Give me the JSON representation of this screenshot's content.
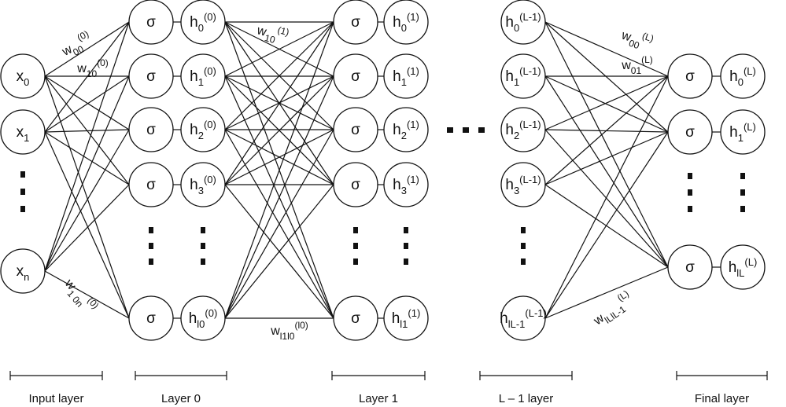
{
  "input_layer": {
    "nodes": [
      {
        "base": "x",
        "sub": "0",
        "sup": ""
      },
      {
        "base": "x",
        "sub": "1",
        "sup": ""
      },
      {
        "base": "x",
        "sub": "n",
        "sup": ""
      }
    ]
  },
  "layer0": {
    "sigma": "σ",
    "nodes": [
      {
        "base": "h",
        "sub": "0",
        "sup": "(0)"
      },
      {
        "base": "h",
        "sub": "1",
        "sup": "(0)"
      },
      {
        "base": "h",
        "sub": "2",
        "sup": "(0)"
      },
      {
        "base": "h",
        "sub": "3",
        "sup": "(0)"
      },
      {
        "base": "h",
        "sub": "l0",
        "sup": "(0)"
      }
    ]
  },
  "layer1": {
    "sigma": "σ",
    "nodes": [
      {
        "base": "h",
        "sub": "0",
        "sup": "(1)"
      },
      {
        "base": "h",
        "sub": "1",
        "sup": "(1)"
      },
      {
        "base": "h",
        "sub": "2",
        "sup": "(1)"
      },
      {
        "base": "h",
        "sub": "3",
        "sup": "(1)"
      },
      {
        "base": "h",
        "sub": "l1",
        "sup": "(1)"
      }
    ]
  },
  "layer_l_minus_1": {
    "nodes": [
      {
        "base": "h",
        "sub": "0",
        "sup": "(L-1)"
      },
      {
        "base": "h",
        "sub": "1",
        "sup": "(L-1)"
      },
      {
        "base": "h",
        "sub": "2",
        "sup": "(L-1)"
      },
      {
        "base": "h",
        "sub": "3",
        "sup": "(L-1)"
      },
      {
        "base": "h",
        "sub": "lL-1",
        "sup": "(L-1)"
      }
    ]
  },
  "final_layer": {
    "sigma": "σ",
    "nodes": [
      {
        "base": "h",
        "sub": "0",
        "sup": "(L)"
      },
      {
        "base": "h",
        "sub": "1",
        "sup": "(L)"
      },
      {
        "base": "h",
        "sub": "lL",
        "sup": "(L)"
      }
    ]
  },
  "weights": [
    {
      "base": "w",
      "sub": "00",
      "sup": "(0)"
    },
    {
      "base": "w",
      "sub": "10",
      "sup": "(0)"
    },
    {
      "base": "w",
      "sub": "10",
      "sup": "(1)"
    },
    {
      "base": "w",
      "sub": "1 0n",
      "sup": "(0)"
    },
    {
      "base": "w",
      "sub": "l1l0",
      "sup": "(l0)"
    },
    {
      "base": "w",
      "sub": "00",
      "sup": "(L)"
    },
    {
      "base": "w",
      "sub": "01",
      "sup": "(L)"
    },
    {
      "base": "w",
      "sub": "lLlL-1",
      "sup": "(L)"
    }
  ],
  "captions": {
    "input": "Input layer",
    "layer0": "Layer 0",
    "layer1": "Layer 1",
    "layer_l_minus_1": "L – 1 layer",
    "final": "Final layer"
  }
}
